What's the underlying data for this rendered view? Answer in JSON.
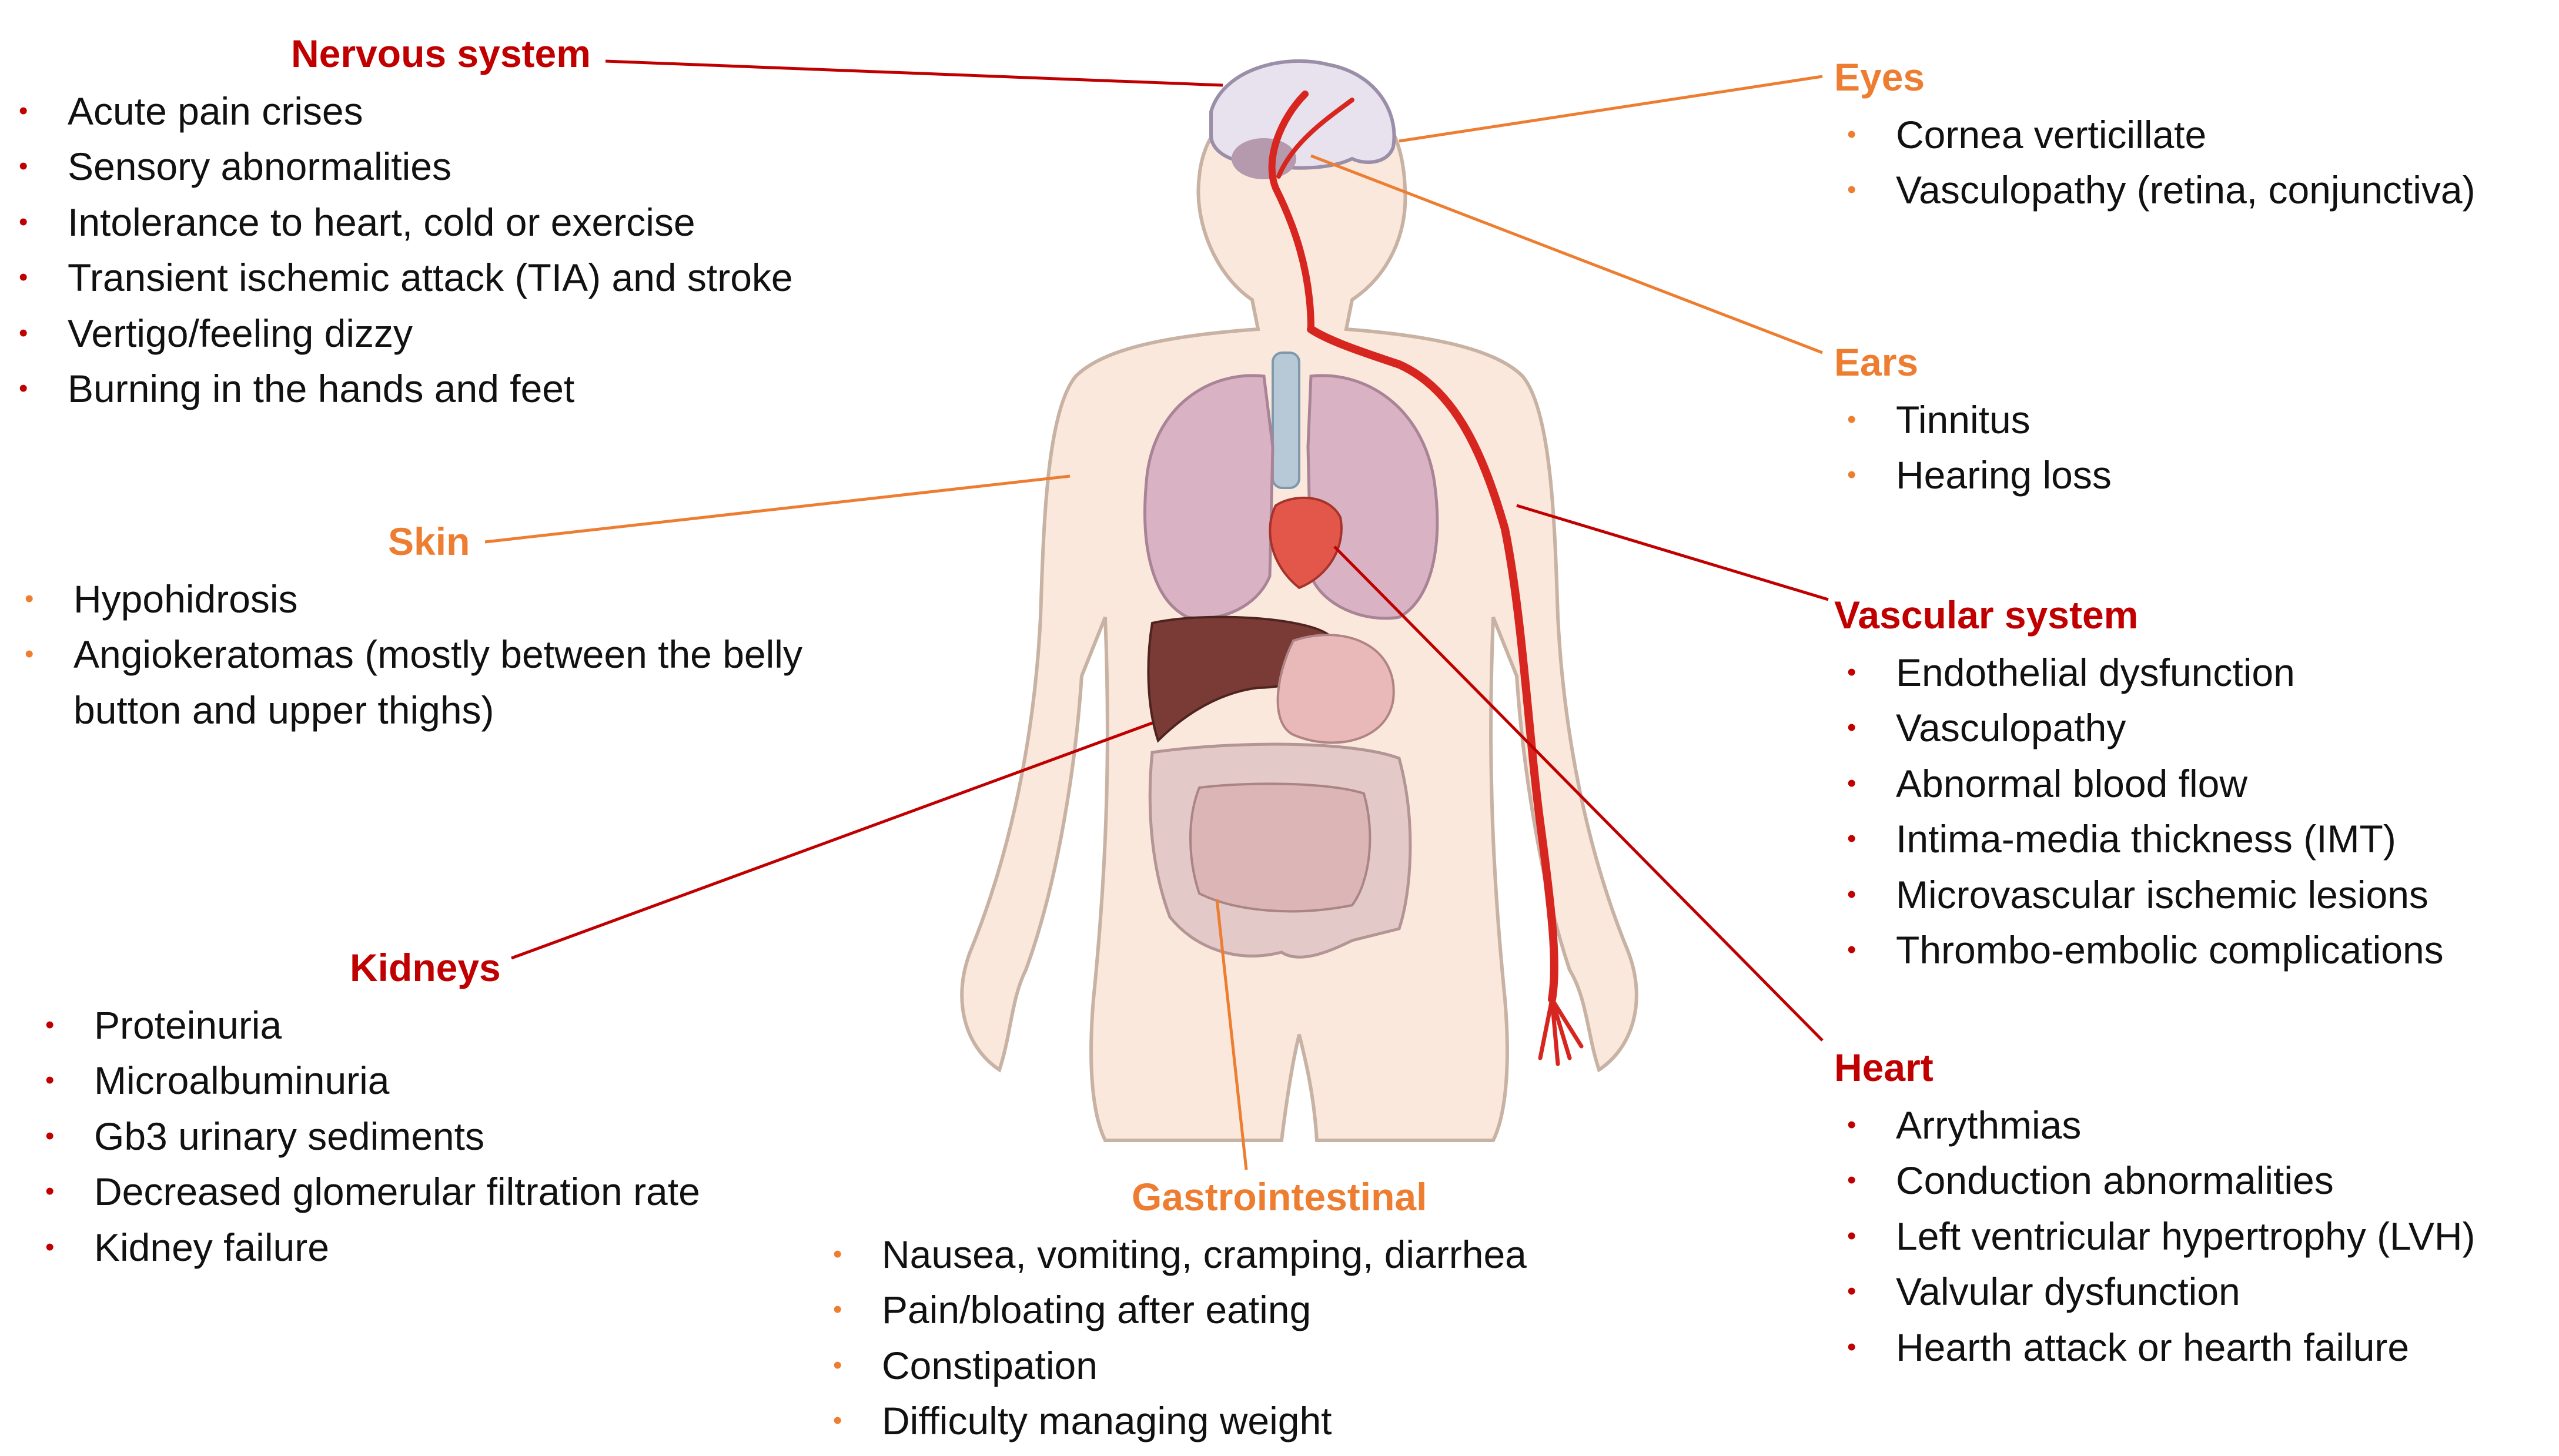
{
  "colors": {
    "red": "#c00000",
    "orange": "#ed7d31",
    "skin": "#fbe8dc",
    "skin_outline": "#c8b2a4",
    "artery": "#d7261f",
    "lung": "#d9b3c4",
    "liver": "#7a3a35",
    "intestine": "#e3c9c8",
    "trachea": "#b7c9d6"
  },
  "groups": [
    {
      "id": "nervous",
      "title": "Nervous system",
      "tone": "red",
      "items": [
        "Acute pain crises",
        "Sensory abnormalities",
        "Intolerance to heart, cold or exercise",
        "Transient ischemic attack (TIA) and stroke",
        "Vertigo/feeling dizzy",
        "Burning in the hands and feet"
      ]
    },
    {
      "id": "skin",
      "title": "Skin",
      "tone": "orange",
      "items": [
        "Hypohidrosis",
        "Angiokeratomas (mostly between the belly button and upper thighs)"
      ]
    },
    {
      "id": "kidneys",
      "title": "Kidneys",
      "tone": "red",
      "items": [
        "Proteinuria",
        "Microalbuminuria",
        "Gb3 urinary sediments",
        "Decreased glomerular filtration rate",
        "Kidney failure"
      ]
    },
    {
      "id": "gastro",
      "title": "Gastrointestinal",
      "tone": "orange",
      "items": [
        "Nausea, vomiting, cramping, diarrhea",
        "Pain/bloating after eating",
        "Constipation",
        "Difficulty managing weight"
      ]
    },
    {
      "id": "eyes",
      "title": "Eyes",
      "tone": "orange",
      "items": [
        "Cornea verticillate",
        "Vasculopathy (retina, conjunctiva)"
      ]
    },
    {
      "id": "ears",
      "title": "Ears",
      "tone": "orange",
      "items": [
        "Tinnitus",
        "Hearing loss"
      ]
    },
    {
      "id": "vascular",
      "title": "Vascular system",
      "tone": "red",
      "items": [
        "Endothelial dysfunction",
        "Vasculopathy",
        "Abnormal blood flow",
        "Intima-media thickness (IMT)",
        "Microvascular ischemic lesions",
        "Thrombo-embolic complications"
      ]
    },
    {
      "id": "heart",
      "title": "Heart",
      "tone": "red",
      "items": [
        "Arrythmias",
        "Conduction abnormalities",
        "Left ventricular hypertrophy (LVH)",
        "Valvular dysfunction",
        "Hearth attack or hearth failure"
      ]
    }
  ],
  "bullet": "•"
}
